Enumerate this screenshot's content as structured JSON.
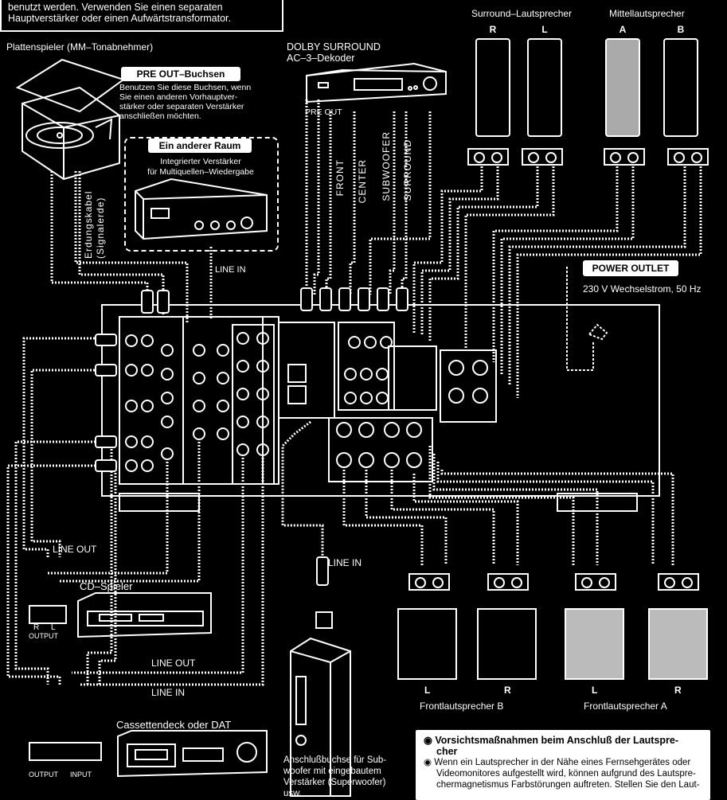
{
  "top_note": {
    "line1": "benutzt werden. Verwenden Sie einen separaten",
    "line2": "Hauptverstärker oder einen Aufwärtstransformator."
  },
  "turntable_label": "Plattenspieler (MM–Tonabnehmer)",
  "ground_cable_label": "Erdungskabel (Signalerde)",
  "pre_out": {
    "title": "PRE OUT–Buchsen",
    "text1": "Benutzen Sie diese Buchsen, wenn",
    "text2": "Sie einen anderen Vorhauptver-",
    "text3": "stärker oder separaten Verstärker",
    "text4": "anschließen möchten."
  },
  "other_room": {
    "title": "Ein anderer Raum",
    "line1": "Integrierter Verstärker",
    "line2": "für Multiquellen–Wiedergabe"
  },
  "decoder": {
    "line1": "DOLBY SURROUND",
    "line2": "AC–3–Dekoder",
    "pre_out": "PRE OUT"
  },
  "decoder_channels": [
    "FRONT",
    "CENTER",
    "SUBWOOFER",
    "SURROUND"
  ],
  "surround_label": "Surround–Lautsprecher",
  "center_label": "Mittellautsprecher",
  "speaker_letters": {
    "surround_r": "R",
    "surround_l": "L",
    "center_a": "A",
    "center_b": "B"
  },
  "power": {
    "title": "POWER OUTLET",
    "spec": "230 V Wechselstrom, 50 Hz"
  },
  "line_in": "LINE IN",
  "line_out": "LINE OUT",
  "cd": {
    "label": "CD–Spieler",
    "r": "R",
    "l": "L",
    "output": "OUTPUT"
  },
  "tape": {
    "label": "Cassettendeck oder DAT",
    "line_out": "LINE OUT",
    "line_in": "LINE IN",
    "output": "OUTPUT",
    "input": "INPUT"
  },
  "subwoofer_caption": {
    "l1": "Anschlußbuchse für Sub-",
    "l2": "woofer mit eingebautem",
    "l3": "Verstärker (Superwoofer)",
    "l4": "usw."
  },
  "front_b_label": "Frontlautsprecher B",
  "front_a_label": "Frontlautsprecher A",
  "front_letters": [
    "L",
    "R",
    "L",
    "R"
  ],
  "plus": "+",
  "minus": "−",
  "caution": {
    "title": "Vorsichtsmaßnahmen beim Anschluß der Lautspre-",
    "title2": "cher",
    "l1": "Wenn ein Lautsprecher in der Nähe eines Fernsehgerätes oder",
    "l2": "Videomonitores aufgestellt wird, können aufgrund des Lautspre-",
    "l3": "chermagnetismus Farbstörungen auftreten. Stellen Sie den Laut-"
  }
}
